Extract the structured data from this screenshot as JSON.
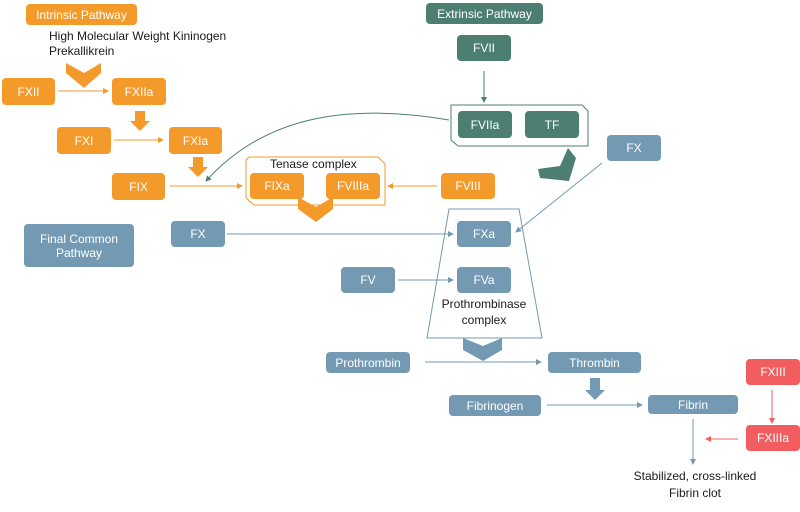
{
  "title": "Coagulation cascade",
  "colors": {
    "intrinsic": "#f39a2b",
    "extrinsic": "#4c7f72",
    "common": "#7399b3",
    "fxiii": "#f25d5f",
    "text": "#1a1a1a"
  },
  "intrinsic": {
    "header": "Intrinsic Pathway",
    "cofactors": [
      "High Molecular Weight Kininogen",
      "Prekallikrein"
    ],
    "nodes": {
      "fxii": "FXII",
      "fxiia": "FXIIa",
      "fxi": "FXI",
      "fxia": "FXIa",
      "fix": "FIX",
      "fixa": "FIXa",
      "fviiia": "FVIIIa",
      "fviii": "FVIII"
    },
    "tenase_label": "Tenase complex"
  },
  "extrinsic": {
    "header": "Extrinsic Pathway",
    "nodes": {
      "fvii": "FVII",
      "fviia": "FVIIa",
      "tf": "TF"
    }
  },
  "common": {
    "header": "Final Common Pathway",
    "nodes": {
      "fx_left": "FX",
      "fx_right": "FX",
      "fxa": "FXa",
      "fv": "FV",
      "fva": "FVa",
      "prothrombin": "Prothrombin",
      "thrombin": "Thrombin",
      "fibrinogen": "Fibrinogen",
      "fibrin": "Fibrin"
    },
    "prothrombinase_label": [
      "Prothrombinase",
      "complex"
    ],
    "outcome": [
      "Stabilized, cross-linked",
      "Fibrin clot"
    ]
  },
  "fxiii": {
    "nodes": {
      "fxiii": "FXIII",
      "fxiiia": "FXIIIa"
    }
  }
}
